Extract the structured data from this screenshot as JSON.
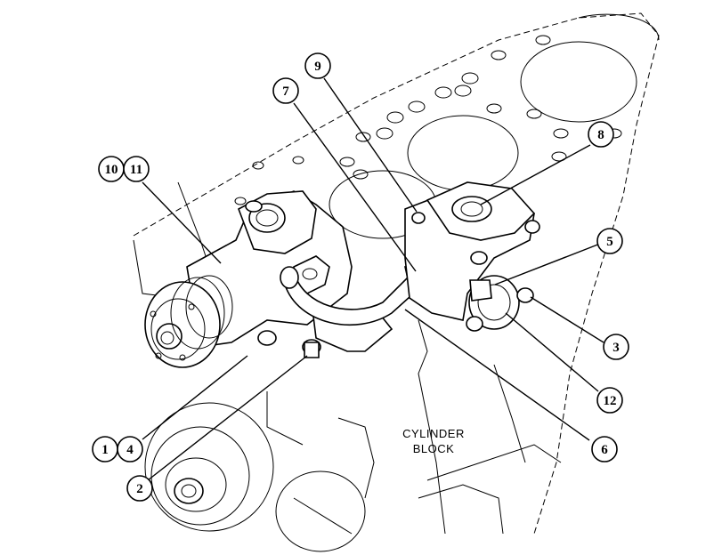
{
  "diagram": {
    "block_label": {
      "line1": "CYLINDER",
      "line2": "BLOCK"
    },
    "callouts": [
      {
        "id": "c9",
        "num": "9"
      },
      {
        "id": "c7",
        "num": "7"
      },
      {
        "id": "c8",
        "num": "8"
      },
      {
        "id": "c10",
        "num": "10"
      },
      {
        "id": "c11",
        "num": "11"
      },
      {
        "id": "c5",
        "num": "5"
      },
      {
        "id": "c3",
        "num": "3"
      },
      {
        "id": "c12",
        "num": "12"
      },
      {
        "id": "c1",
        "num": "1"
      },
      {
        "id": "c4",
        "num": "4"
      },
      {
        "id": "c6",
        "num": "6"
      },
      {
        "id": "c2",
        "num": "2"
      }
    ]
  }
}
